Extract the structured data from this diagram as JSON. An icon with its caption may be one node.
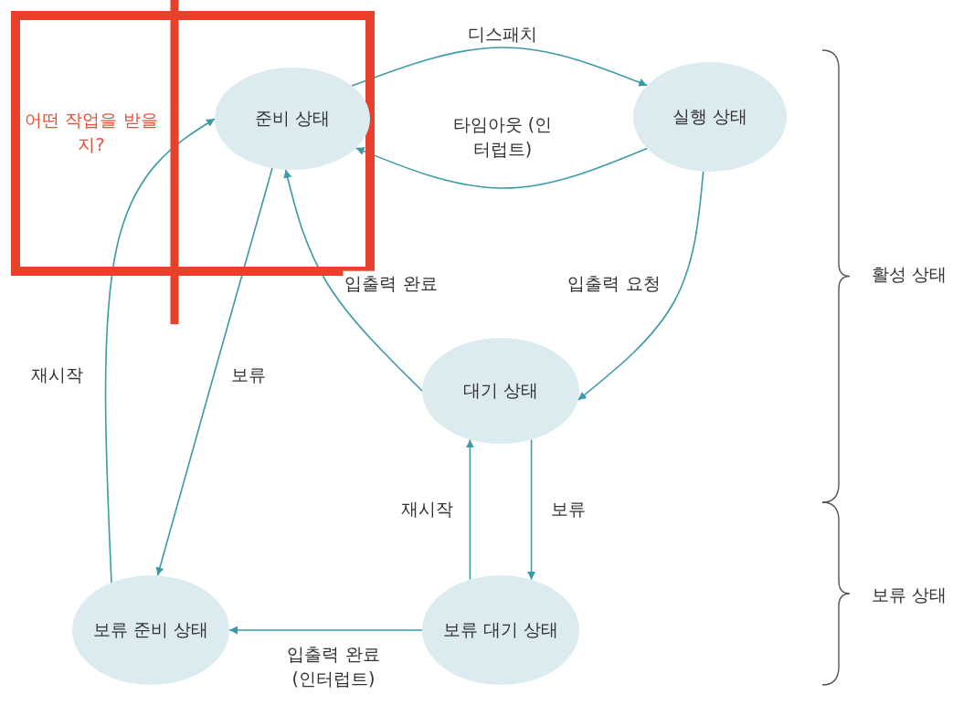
{
  "diagram": {
    "nodes": [
      {
        "text": [
          "준비 상태"
        ]
      },
      {
        "text": [
          "실행 상태"
        ]
      },
      {
        "text": [
          "대기 상태"
        ]
      },
      {
        "text": [
          "보류 준비 상태"
        ]
      },
      {
        "text": [
          "보류 대기 상태"
        ]
      }
    ],
    "edges": [
      {
        "from": 0,
        "to": 1,
        "arrow": "to",
        "label": "디스패치"
      },
      {
        "from": 1,
        "to": 0,
        "arrow": "to",
        "label": "타임아웃 (인터럽트)"
      },
      {
        "from": 1,
        "to": 2,
        "arrow": "to",
        "label": "입출력 요청"
      },
      {
        "from": 2,
        "to": 0,
        "arrow": "to",
        "label": "입출력 완료"
      },
      {
        "from": 0,
        "to": 3,
        "arrow": "to",
        "label": "보류"
      },
      {
        "from": 3,
        "to": 0,
        "arrow": "to",
        "label": "재시작"
      },
      {
        "from": 2,
        "to": 4,
        "arrow": "to",
        "label": "보류"
      },
      {
        "from": 4,
        "to": 2,
        "arrow": "to",
        "label": "재시작"
      },
      {
        "from": 4,
        "to": 3,
        "arrow": "to",
        "label": "입출력 완료 (인터럽트)"
      }
    ],
    "labels": [
      "어떤 작업을 받을지?",
      "활성 상태",
      "보류 상태"
    ]
  }
}
